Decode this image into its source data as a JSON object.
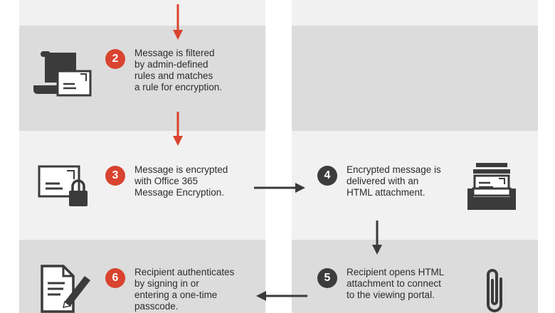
{
  "colors": {
    "badge_red": "#d9432f",
    "badge_dark": "#3c3c3c",
    "arrow_red": "#d9432f",
    "arrow_dark": "#3a3a3a",
    "band_light": "#f1f1f1",
    "band_dark": "#dcdcdc",
    "icon": "#3b3b3b"
  },
  "steps": [
    {
      "number": "2",
      "text": "Message is filtered\nby admin-defined\nrules and matches\na rule for encryption.",
      "icon": "scroll-envelope-icon"
    },
    {
      "number": "3",
      "text": "Message is encrypted\nwith Office 365\nMessage Encryption.",
      "icon": "envelope-lock-icon"
    },
    {
      "number": "4",
      "text": "Encrypted message is\ndelivered with an\nHTML attachment.",
      "icon": "inbox-tray-icon"
    },
    {
      "number": "5",
      "text": "Recipient opens HTML\nattachment to connect\nto the viewing portal.",
      "icon": "paperclip-icon"
    },
    {
      "number": "6",
      "text": "Recipient authenticates\nby signing in or\nentering a one-time\npasscode.",
      "icon": "document-pen-icon"
    }
  ]
}
